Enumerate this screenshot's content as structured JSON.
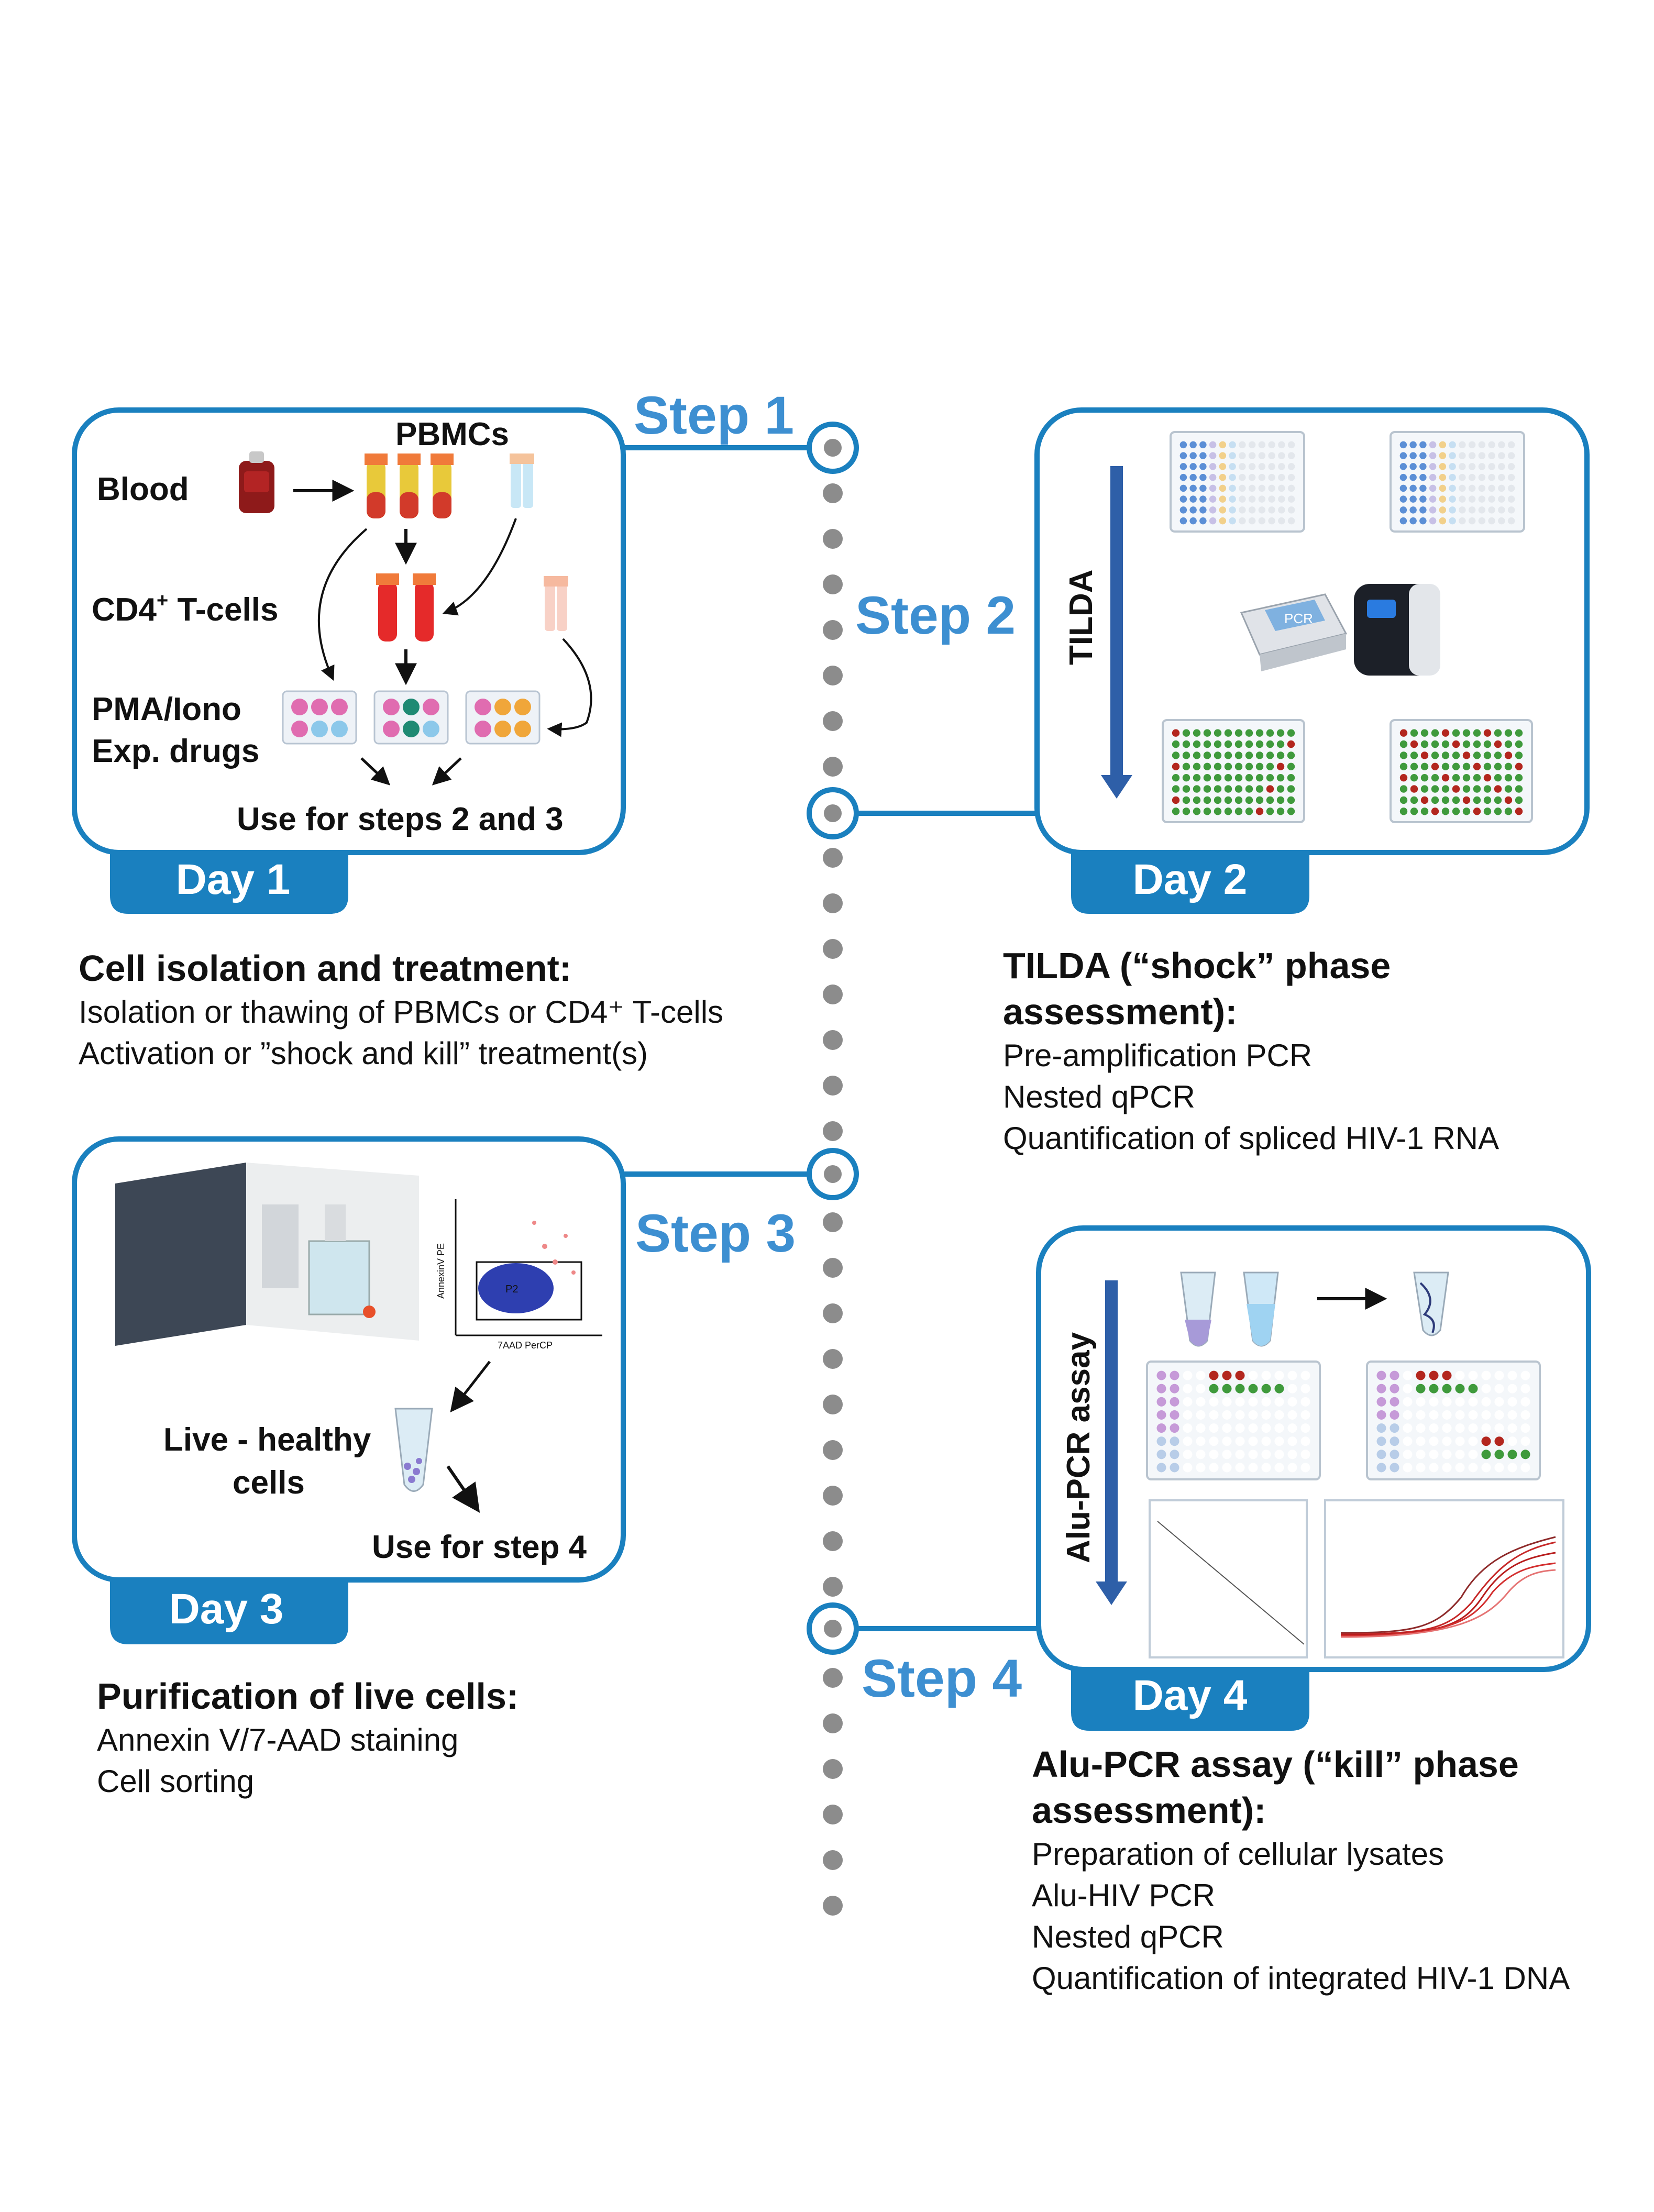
{
  "steps": [
    "Step 1",
    "Step 2",
    "Step 3",
    "Step 4"
  ],
  "days": [
    "Day 1",
    "Day 2",
    "Day 3",
    "Day 4"
  ],
  "panel1": {
    "blood": "Blood",
    "pbmcs": "PBMCs",
    "cd4_prefix": "CD4",
    "cd4_sup": "+",
    "cd4_suffix": " T-cells",
    "treat_line1": "PMA/Iono",
    "treat_line2": "Exp. drugs",
    "use": "Use for steps 2 and 3"
  },
  "panel2": {
    "vertical_label": "TILDA",
    "pcr_label": "PCR"
  },
  "panel3": {
    "live_line1": "Live - healthy",
    "live_line2": "cells",
    "use": "Use for step 4",
    "plot_y": "AnnexinV PE",
    "plot_x": "7AAD PerCP",
    "gate": "P2"
  },
  "panel4": {
    "vertical_label": "Alu-PCR assay"
  },
  "desc1": {
    "title": "Cell isolation and treatment:",
    "lines": [
      "Isolation or thawing of PBMCs or CD4⁺ T-cells",
      "Activation or ”shock and kill” treatment(s)"
    ]
  },
  "desc2": {
    "title_line1": "TILDA (“shock” phase",
    "title_line2": "assessment):",
    "lines": [
      "Pre-amplification PCR",
      "Nested qPCR",
      "Quantification of spliced HIV-1 RNA"
    ]
  },
  "desc3": {
    "title": "Purification of live cells:",
    "lines": [
      "Annexin V/7-AAD staining",
      "Cell sorting"
    ]
  },
  "desc4": {
    "title_line1": "Alu-PCR assay (“kill” phase",
    "title_line2": "assessment):",
    "lines": [
      "Preparation of cellular lysates",
      "Alu-HIV PCR",
      "Nested qPCR",
      "Quantification of integrated HIV-1 DNA"
    ]
  },
  "colors": {
    "accent": "#1a80bf",
    "step_text": "#3d8fd1",
    "arrow_blue": "#2e5fa8",
    "dot": "#8c8c8c"
  }
}
